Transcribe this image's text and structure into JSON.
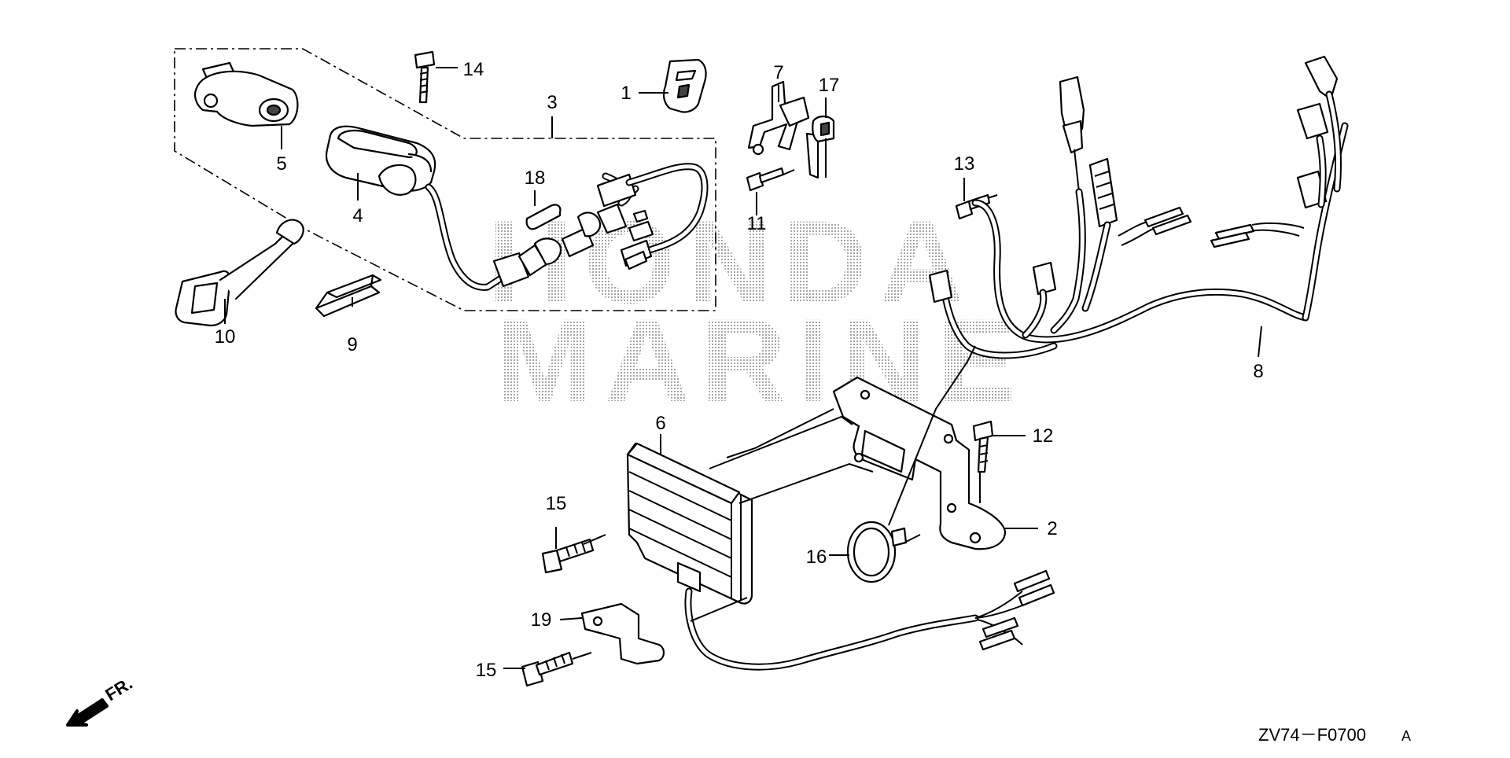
{
  "diagram": {
    "callouts": [
      "1",
      "2",
      "3",
      "4",
      "5",
      "6",
      "7",
      "8",
      "9",
      "10",
      "11",
      "12",
      "13",
      "14",
      "15",
      "15",
      "16",
      "17",
      "18",
      "19"
    ],
    "watermark": [
      "HONDA",
      "MARINE"
    ],
    "direction_label": "FR.",
    "figure_code": "ZV74－F0700",
    "figure_suffix": "A"
  }
}
